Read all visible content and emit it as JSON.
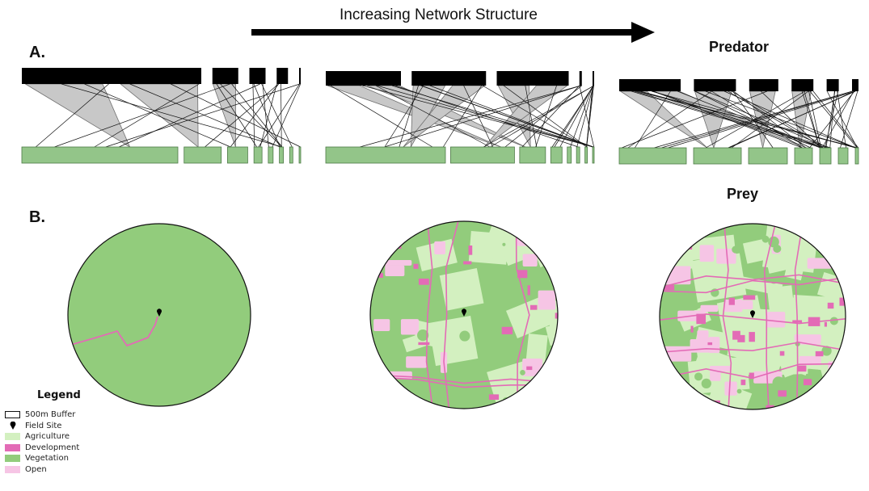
{
  "header": {
    "arrow_label": "Increasing Network Structure"
  },
  "panels": {
    "a": "A.",
    "b": "B."
  },
  "side_labels": {
    "predator": "Predator",
    "prey": "Prey"
  },
  "colors": {
    "predator": "#000000",
    "prey": "#93c589",
    "interaction_fill": "#c8c8c8",
    "agriculture": "#d3f0c0",
    "development": "#e36bb6",
    "vegetation": "#92cc7c",
    "open": "#f6c5e5"
  },
  "networks": [
    {
      "predators": [
        222,
        32,
        20,
        14,
        2
      ],
      "prey": [
        193,
        46,
        25,
        10,
        6,
        5,
        4,
        2
      ]
    },
    {
      "predators": [
        93,
        92,
        89,
        3,
        2
      ],
      "prey": [
        148,
        79,
        32,
        14,
        5,
        4,
        3,
        2
      ]
    },
    {
      "predators": [
        76,
        52,
        36,
        27,
        15,
        8
      ],
      "prey": [
        83,
        59,
        48,
        22,
        14,
        12,
        4
      ]
    }
  ],
  "maps": [
    {
      "landcover_mix": "uniform vegetation with one road"
    },
    {
      "landcover_mix": "vegetation, agriculture, development and open"
    },
    {
      "landcover_mix": "dense mosaic of agriculture, development, vegetation and open"
    }
  ],
  "legend": {
    "title": "Legend",
    "items": [
      {
        "label": "500m Buffer",
        "type": "buffer"
      },
      {
        "label": "Field Site",
        "type": "pin"
      },
      {
        "label": "Agriculture",
        "color": "#d3f0c0"
      },
      {
        "label": "Development",
        "color": "#e36bb6"
      },
      {
        "label": "Vegetation",
        "color": "#92cc7c"
      },
      {
        "label": "Open",
        "color": "#f6c5e5"
      }
    ]
  }
}
